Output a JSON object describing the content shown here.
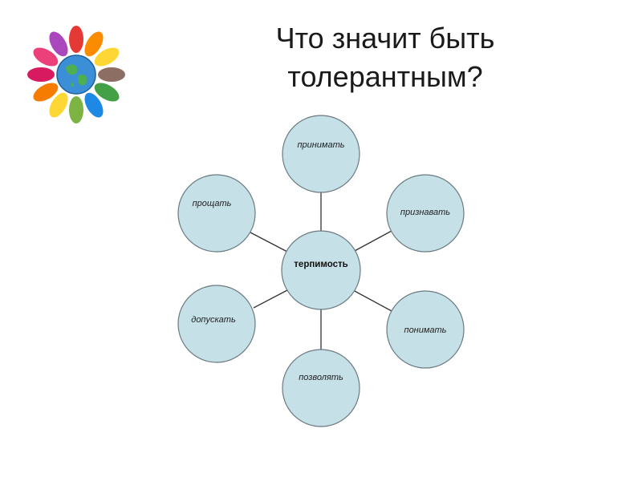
{
  "slide": {
    "title_line1": "Что значит быть",
    "title_line2": "толерантным?"
  },
  "logo": {
    "icon": "hands-around-globe-icon"
  },
  "diagram": {
    "center": "терпимость",
    "nodes": {
      "top": "принимать",
      "top_right": "признавать",
      "bottom_right": "понимать",
      "bottom": "позволять",
      "bottom_left": "допускать",
      "top_left": "прощать"
    },
    "colors": {
      "fill": "#c5e0e6",
      "stroke": "#6a7a80",
      "line": "#333333"
    }
  }
}
